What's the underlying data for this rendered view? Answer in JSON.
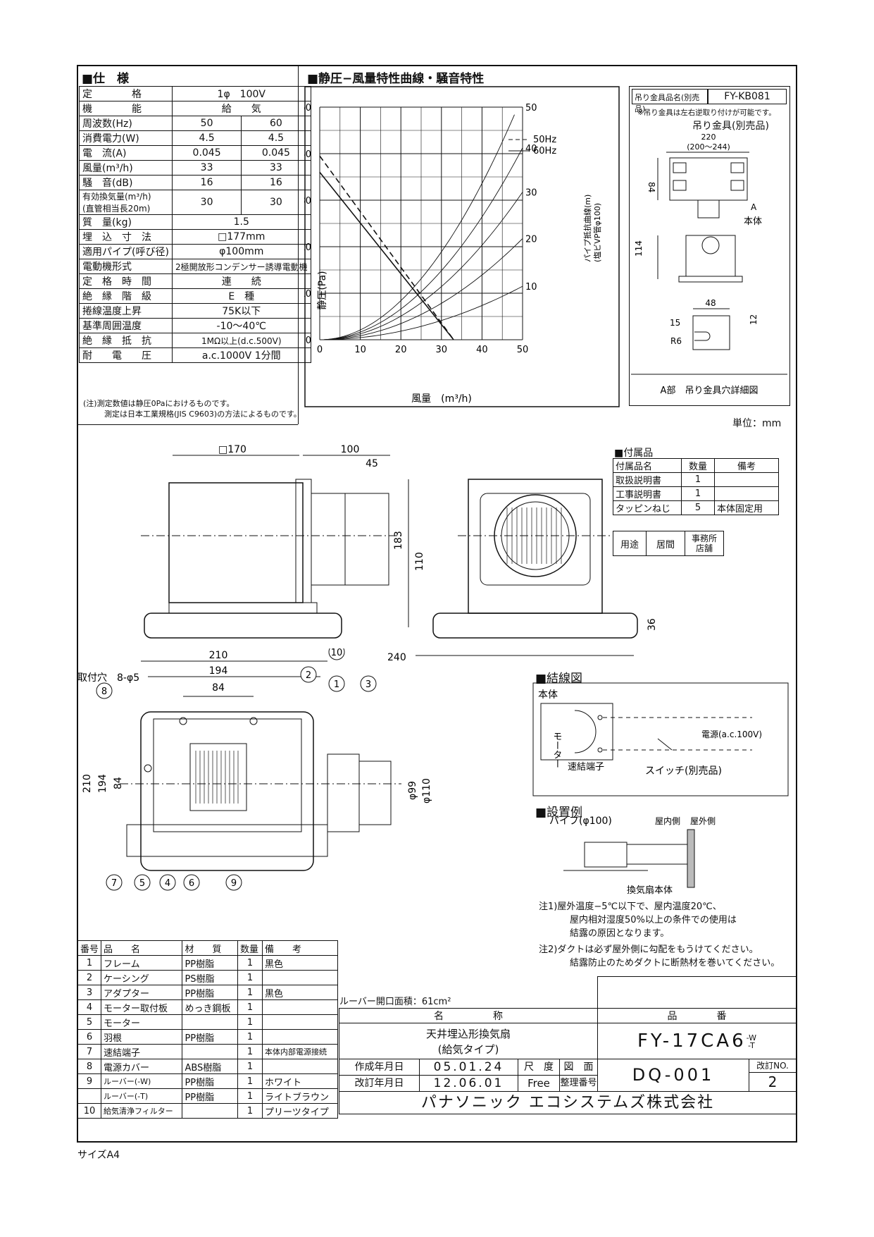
{
  "spec": {
    "heading": "■仕　様",
    "rows": [
      {
        "label": "定　　　　格",
        "v": "1φ　100V"
      },
      {
        "label": "機　　　　能",
        "v": "給　　気"
      },
      {
        "label": "周波数(Hz)",
        "v1": "50",
        "v2": "60"
      },
      {
        "label": "消費電力(W)",
        "v1": "4.5",
        "v2": "4.5"
      },
      {
        "label": "電　流(A)",
        "v1": "0.045",
        "v2": "0.045"
      },
      {
        "label": "風量(m³/h)",
        "v1": "33",
        "v2": "33"
      },
      {
        "label": "騒　音(dB)",
        "v1": "16",
        "v2": "16"
      },
      {
        "label": "有効換気量(m³/h)",
        "label2": "(直管相当長20m)",
        "v1": "30",
        "v2": "30"
      },
      {
        "label": "質　量(kg)",
        "v": "1.5"
      },
      {
        "label": "埋　込　寸　法",
        "v": "□177mm"
      },
      {
        "label": "適用パイプ(呼び径)",
        "v": "φ100mm"
      },
      {
        "label": "電動機形式",
        "v": "2極開放形コンデンサー誘導電動機"
      },
      {
        "label": "定　格　時　間",
        "v": "連　　続"
      },
      {
        "label": "絶　縁　階　級",
        "v": "E　種"
      },
      {
        "label": "捲線温度上昇",
        "v": "75K以下"
      },
      {
        "label": "基準周囲温度",
        "v": "-10〜40℃"
      },
      {
        "label": "絶　縁　抵　抗",
        "v": "1MΩ以上(d.c.500V)"
      },
      {
        "label": "耐　　電　　圧",
        "v": "a.c.1000V 1分間"
      }
    ],
    "note1": "(注)測定数値は静圧0Paにおけるものです。",
    "note2": "測定は日本工業規格(JIS C9603)の方法によるものです。"
  },
  "chart_heading": "■静圧−風量特性曲線・騒音特性",
  "chart_data": {
    "type": "line",
    "xlabel": "風量　(m³/h)",
    "ylabel": "静圧(Pa)",
    "xlim": [
      0,
      50
    ],
    "ylim": [
      0,
      50
    ],
    "xticks": [
      "0",
      "10",
      "20",
      "30",
      "40",
      "50"
    ],
    "yticks": [
      "0",
      "10",
      "20",
      "30",
      "40",
      "50"
    ],
    "series": [
      {
        "name": "50Hz",
        "style": "dashed",
        "x": [
          0,
          33
        ],
        "y": [
          39.5,
          0
        ]
      },
      {
        "name": "60Hz",
        "style": "solid",
        "x": [
          0,
          33
        ],
        "y": [
          36,
          0
        ]
      }
    ],
    "pipe_curves_label": "パイプ抵抗曲線(m)",
    "pipe_curves_label2": "(塩ビVP管φ100)",
    "pipe_curves": [
      {
        "name": "50",
        "k": 0.021
      },
      {
        "name": "40",
        "k": 0.0165
      },
      {
        "name": "30",
        "k": 0.0127
      },
      {
        "name": "20",
        "k": 0.0087
      },
      {
        "name": "10",
        "k": 0.0046
      }
    ],
    "grid": true
  },
  "hanger": {
    "name_label": "吊り金具品名(別売品)",
    "name_value": "FY-KB081",
    "note": "※吊り金具は左右逆取り付けが可能です。",
    "title": "吊り金具(別売品)",
    "dim220": "220",
    "dim_range": "(200〜244)",
    "dim84": "84",
    "dimA": "A",
    "body": "本体",
    "dim114": "114",
    "dim48": "48",
    "dim15": "15",
    "dim12": "12",
    "dimR6": "R6",
    "caption": "A部　吊り金具穴詳細図"
  },
  "unit_label": "単位：mm",
  "dims": {
    "d170": "□170",
    "d100": "100",
    "d45": "45",
    "d183": "183",
    "d110": "110",
    "d36": "36",
    "d240": "240",
    "d210top": "210",
    "d194top": "194",
    "d84top": "84",
    "holes": "取付穴　8-φ5",
    "d210side": "210",
    "d194side": "194",
    "d84side": "84",
    "phi99": "φ99",
    "phi110": "φ110"
  },
  "callouts": [
    "8",
    "2",
    "10",
    "1",
    "3",
    "7",
    "5",
    "4",
    "6",
    "9"
  ],
  "accessories": {
    "heading": "■付属品",
    "headers": [
      "付属品名",
      "数量",
      "備考"
    ],
    "rows": [
      [
        "取扱説明書",
        "1",
        ""
      ],
      [
        "工事説明書",
        "1",
        ""
      ],
      [
        "タッピンねじ",
        "5",
        "本体固定用"
      ]
    ]
  },
  "usage": {
    "label": "用途",
    "a": "居間",
    "b": "事務所",
    "b2": "店舗"
  },
  "wiring": {
    "heading": "■結線図",
    "body": "本体",
    "motor": "モーター",
    "terminal": "速結端子",
    "power": "電源(a.c.100V)",
    "switch": "スイッチ(別売品)"
  },
  "install": {
    "heading": "■設置例",
    "pipe": "パイプ(φ100)",
    "indoor": "屋内側",
    "outdoor": "屋外側",
    "fan": "換気扇本体",
    "note1a": "注1)屋外温度−5℃以下で、屋内温度20℃、",
    "note1b": "屋内相対湿度50%以上の条件での使用は",
    "note1c": "結露の原因となります。",
    "note2a": "注2)ダクトは必ず屋外側に勾配をもうけてください。",
    "note2b": "結露防止のためダクトに断熱材を巻いてください。"
  },
  "parts": {
    "headers": [
      "番号",
      "品　　名",
      "材　　質",
      "数量",
      "備　　考"
    ],
    "rows": [
      [
        "1",
        "フレーム",
        "PP樹脂",
        "1",
        "黒色"
      ],
      [
        "2",
        "ケーシング",
        "PS樹脂",
        "1",
        ""
      ],
      [
        "3",
        "アダプター",
        "PP樹脂",
        "1",
        "黒色"
      ],
      [
        "4",
        "モーター取付板",
        "めっき鋼板",
        "1",
        ""
      ],
      [
        "5",
        "モーター",
        "",
        "1",
        ""
      ],
      [
        "6",
        "羽根",
        "PP樹脂",
        "1",
        ""
      ],
      [
        "7",
        "速結端子",
        "",
        "1",
        "本体内部電源接続"
      ],
      [
        "8",
        "電源カバー",
        "ABS樹脂",
        "1",
        ""
      ],
      [
        "9",
        "ルーバー(-W)",
        "PP樹脂",
        "1",
        "ホワイト"
      ],
      [
        "",
        "ルーバー(-T)",
        "PP樹脂",
        "1",
        "ライトブラウン"
      ],
      [
        "10",
        "給気清浄フィルター",
        "",
        "1",
        "プリーツタイプ"
      ]
    ]
  },
  "title_block": {
    "louver": "ルーバー開口面積：61cm²",
    "name_h": "名　　　　　称",
    "number_h": "品　　　　番",
    "product1": "天井埋込形換気扇",
    "product2": "(給気タイプ)",
    "model": "FY-17CA6",
    "model_sup": "-W",
    "model_sub": "-T",
    "created_label": "作成年月日",
    "created": "05.01.24",
    "revised_label": "改訂年月日",
    "revised": "12.06.01",
    "scale_label": "尺　度",
    "scale": "Free",
    "drawing_label": "図　面",
    "drawing_label2": "整理番号",
    "drawing_no": "DQ-001",
    "rev_label": "改訂NO.",
    "rev": "2",
    "company": "パナソニック エコシステムズ株式会社"
  },
  "size_label": "サイズA4"
}
